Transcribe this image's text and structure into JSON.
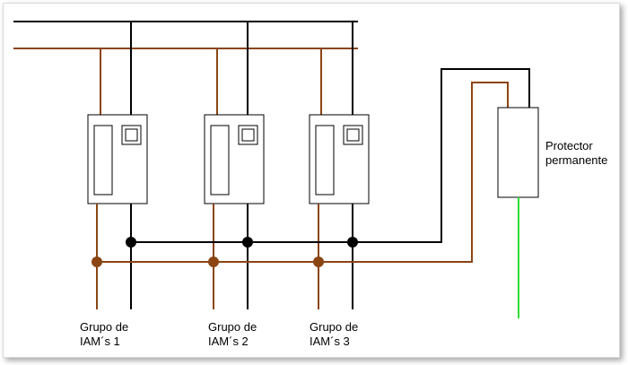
{
  "diagram": {
    "groups": [
      {
        "line1": "Grupo de",
        "line2": "IAM´s 1"
      },
      {
        "line1": "Grupo de",
        "line2": "IAM´s 2"
      },
      {
        "line1": "Grupo de",
        "line2": "IAM´s 3"
      }
    ],
    "protector": {
      "line1": "Protector",
      "line2": "permanente"
    },
    "colors": {
      "black_wire": "#000000",
      "brown_wire": "#8B4513",
      "ground_wire": "#33DD33",
      "box_stroke": "#000000",
      "box_fill": "#ffffff"
    }
  }
}
